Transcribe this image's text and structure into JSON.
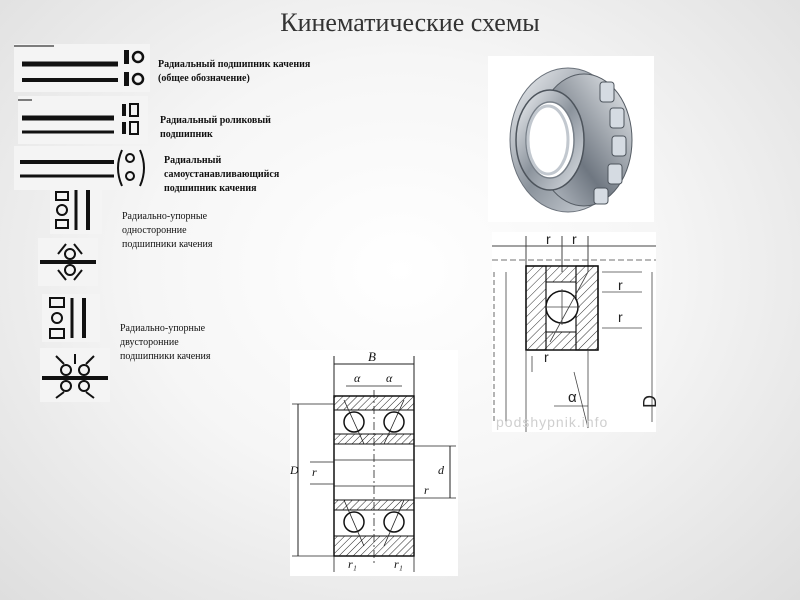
{
  "slide": {
    "title": "Кинематические схемы"
  },
  "legend": [
    {
      "lines": [
        "Радиальный подшипник качения",
        "(общее обозначение)"
      ]
    },
    {
      "lines": [
        "Радиальный роликовый",
        "подшипник"
      ]
    },
    {
      "lines": [
        "Радиальный",
        "самоустанавливающийся",
        "подшипник качения"
      ]
    },
    {
      "lines": [
        "Радиально-упорные",
        "односторонние",
        "подшипники качения"
      ]
    },
    {
      "lines": [
        "Радиально-упорные",
        "двусторонние",
        "подшипники качения"
      ]
    }
  ],
  "drawing_right": {
    "dim_r": "r",
    "dim_alpha": "α",
    "dim_D": "D",
    "watermark": "podshypnik.info"
  },
  "drawing_bottom": {
    "dim_B": "B",
    "dim_alpha": "α",
    "dim_r": "r",
    "dim_r1": "r₁",
    "dim_d": "d",
    "dim_D": "D"
  }
}
